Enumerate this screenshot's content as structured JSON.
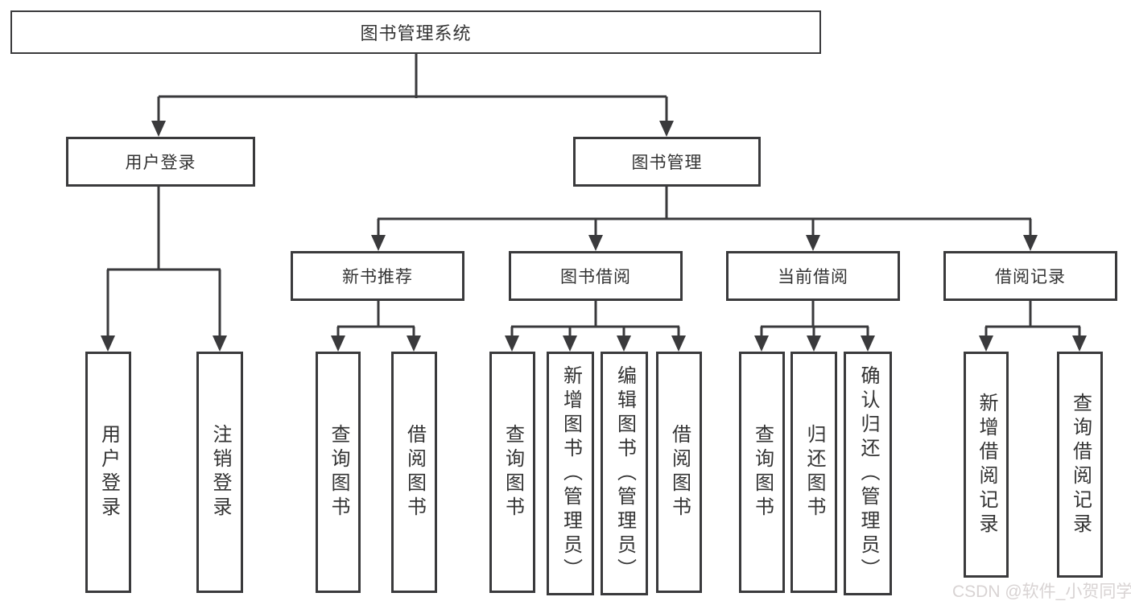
{
  "diagram": {
    "title": "图书管理系统",
    "nodes": {
      "root": "图书管理系统",
      "user_login": "用户登录",
      "book_mgmt": "图书管理",
      "new_books": "新书推荐",
      "book_borrow": "图书借阅",
      "current_borrow": "当前借阅",
      "borrow_records": "借阅记录",
      "leaves": {
        "user_login": [
          "用户登录",
          "注销登录"
        ],
        "new_books": [
          "查询图书",
          "借阅图书"
        ],
        "book_borrow": [
          "查询图书",
          "新增图书（管理员）",
          "编辑图书（管理员）",
          "借阅图书"
        ],
        "current_borrow": [
          "查询图书",
          "归还图书",
          "确认归还（管理员）"
        ],
        "borrow_records": [
          "新增借阅记录",
          "查询借阅记录"
        ]
      }
    },
    "colors": {
      "line": "#3a3a3c",
      "box_fill": "#ffffff",
      "text": "#333333",
      "watermark": "#d8d3d3"
    }
  },
  "watermark": {
    "text": "CSDN @软件_小贺同学"
  }
}
